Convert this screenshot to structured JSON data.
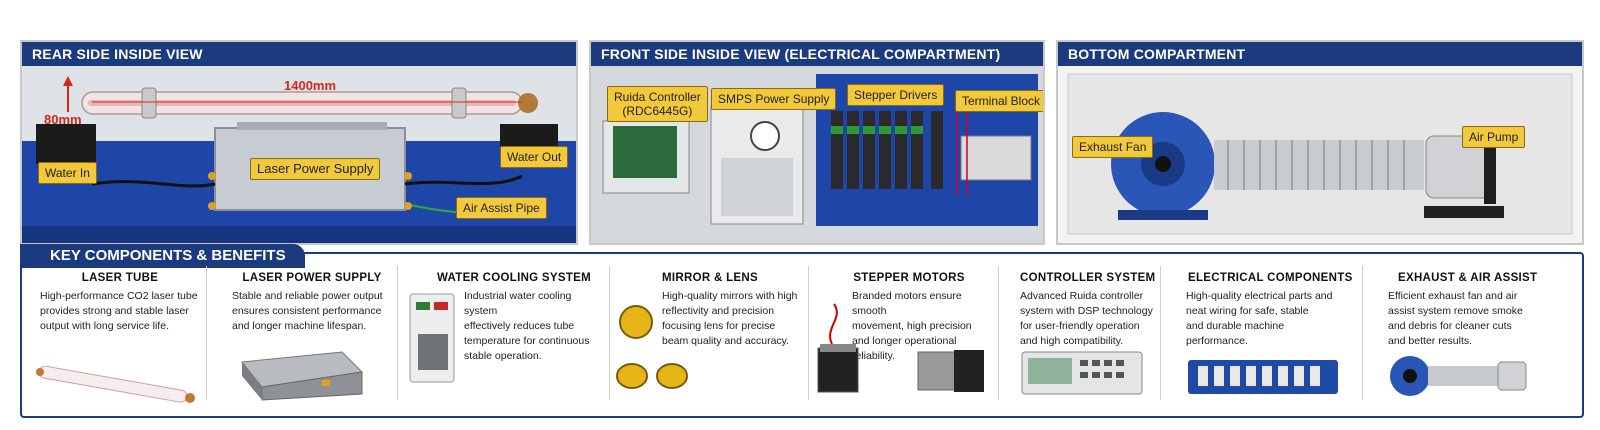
{
  "rear": {
    "title": "REAR SIDE INSIDE VIEW",
    "dim_length": "1400mm",
    "dim_diameter": "80mm",
    "labels": {
      "water_in": "Water In",
      "power_supply": "Laser Power Supply",
      "water_out": "Water Out",
      "air_assist": "Air Assist Pipe"
    }
  },
  "front": {
    "title": "FRONT SIDE INSIDE VIEW (ELECTRICAL COMPARTMENT)",
    "labels": {
      "ruida_1": "Ruida Controller",
      "ruida_2": "(RDC6445G)",
      "smps": "SMPS Power Supply",
      "stepper": "Stepper Drivers",
      "terminal": "Terminal Block"
    }
  },
  "bottom": {
    "title": "BOTTOM COMPARTMENT",
    "labels": {
      "exhaust": "Exhaust Fan",
      "air_pump": "Air Pump"
    }
  },
  "key": {
    "title": "KEY COMPONENTS & BENEFITS",
    "items": [
      {
        "title": "LASER TUBE",
        "desc": "High-performance CO2 laser tube\nprovides strong and stable laser\noutput with long service life."
      },
      {
        "title": "LASER POWER SUPPLY",
        "desc": "Stable and reliable power output\nensures consistent performance\nand longer machine lifespan."
      },
      {
        "title": "WATER COOLING SYSTEM",
        "desc": "Industrial water cooling system\neffectively reduces tube\ntemperature for continuous\nstable operation."
      },
      {
        "title": "MIRROR & LENS",
        "desc": "High-quality mirrors with high\nreflectivity and precision\nfocusing lens for precise\nbeam quality and accuracy."
      },
      {
        "title": "STEPPER MOTORS",
        "desc": "Branded motors ensure smooth\nmovement, high precision\nand longer operational\nreliability."
      },
      {
        "title": "CONTROLLER SYSTEM",
        "desc": "Advanced Ruida controller\nsystem with DSP technology\nfor user-friendly operation\nand high compatibility."
      },
      {
        "title": "ELECTRICAL COMPONENTS",
        "desc": "High-quality electrical parts and\nneat wiring for safe, stable\nand durable machine\nperformance."
      },
      {
        "title": "EXHAUST & AIR ASSIST",
        "desc": "Efficient exhaust fan and air\nassist system remove smoke\nand debris  for cleaner cuts\nand better results."
      }
    ]
  }
}
